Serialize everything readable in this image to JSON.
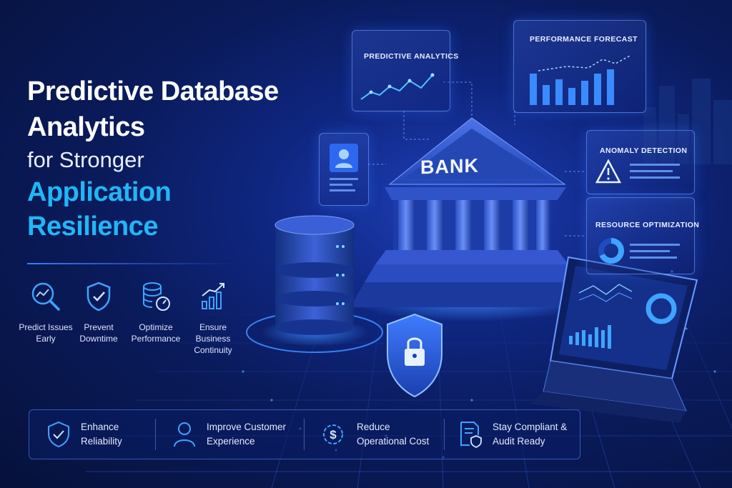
{
  "title": {
    "line1": "Predictive Database",
    "line2": "Analytics",
    "line3": "for Stronger",
    "line4": "Application",
    "line5": "Resilience"
  },
  "features": [
    {
      "label": "Predict Issues Early",
      "icon": "magnifier-chart-icon"
    },
    {
      "label": "Prevent Downtime",
      "icon": "shield-check-icon"
    },
    {
      "label": "Optimize Performance",
      "icon": "database-gauge-icon"
    },
    {
      "label": "Ensure Business Continuity",
      "icon": "bar-growth-icon"
    }
  ],
  "benefits": [
    {
      "label": "Enhance Reliability",
      "icon": "shield-check-icon"
    },
    {
      "label": "Improve Customer Experience",
      "icon": "user-icon"
    },
    {
      "label": "Reduce Operational Cost",
      "icon": "dollar-gear-icon"
    },
    {
      "label": "Stay Compliant & Audit Ready",
      "icon": "document-shield-icon"
    }
  ],
  "panels": {
    "predictive": "PREDICTIVE ANALYTICS",
    "forecast": "PERFORMANCE FORECAST",
    "anomaly": "ANOMALY DETECTION",
    "resource": "RESOURCE OPTIMIZATION"
  },
  "bank_label": "BANK",
  "colors": {
    "accent": "#22b6f5",
    "background": "#0a1b5c",
    "glow": "#3a8bff"
  }
}
